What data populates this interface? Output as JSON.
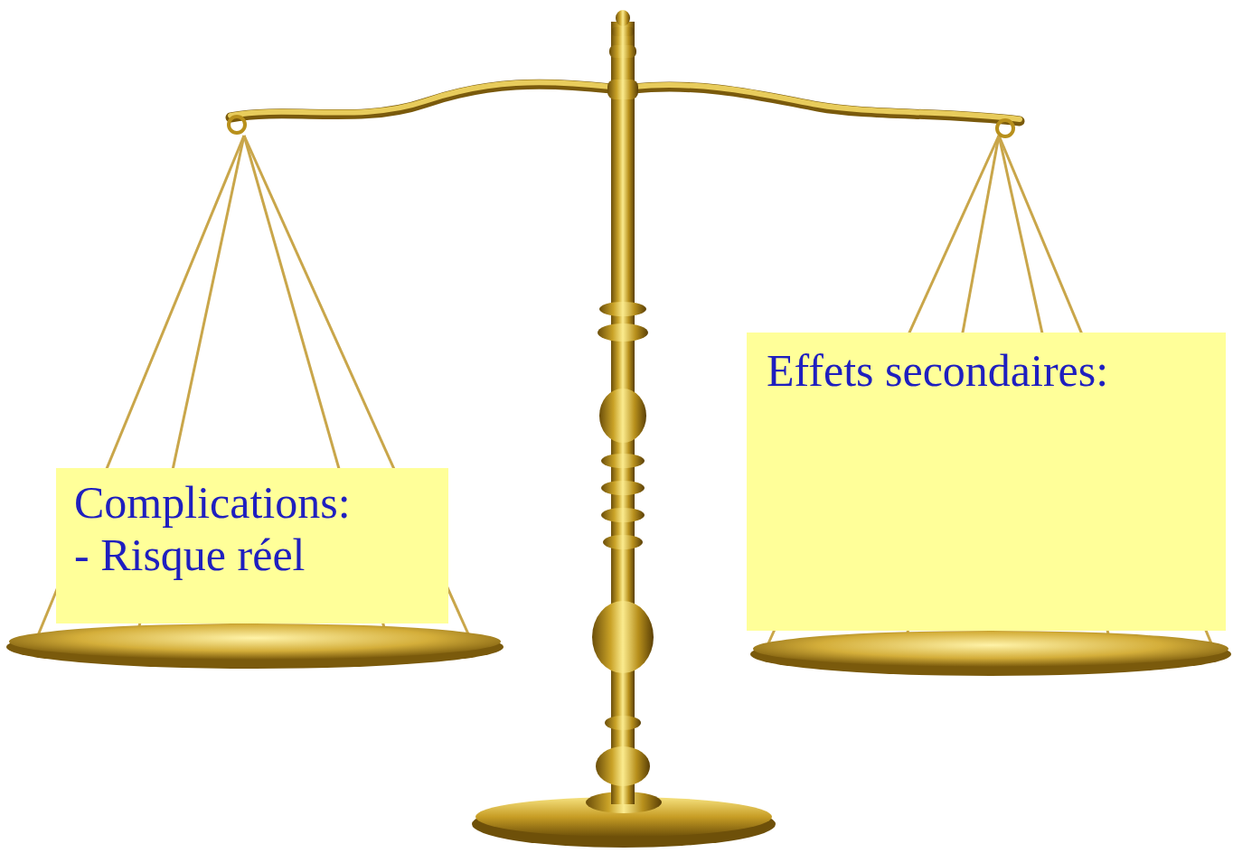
{
  "diagram": {
    "nodes": [
      {
        "text": [
          "Complications:",
          "- Risque réel"
        ]
      },
      {
        "text": [
          "Effets secondaires:"
        ]
      }
    ]
  }
}
